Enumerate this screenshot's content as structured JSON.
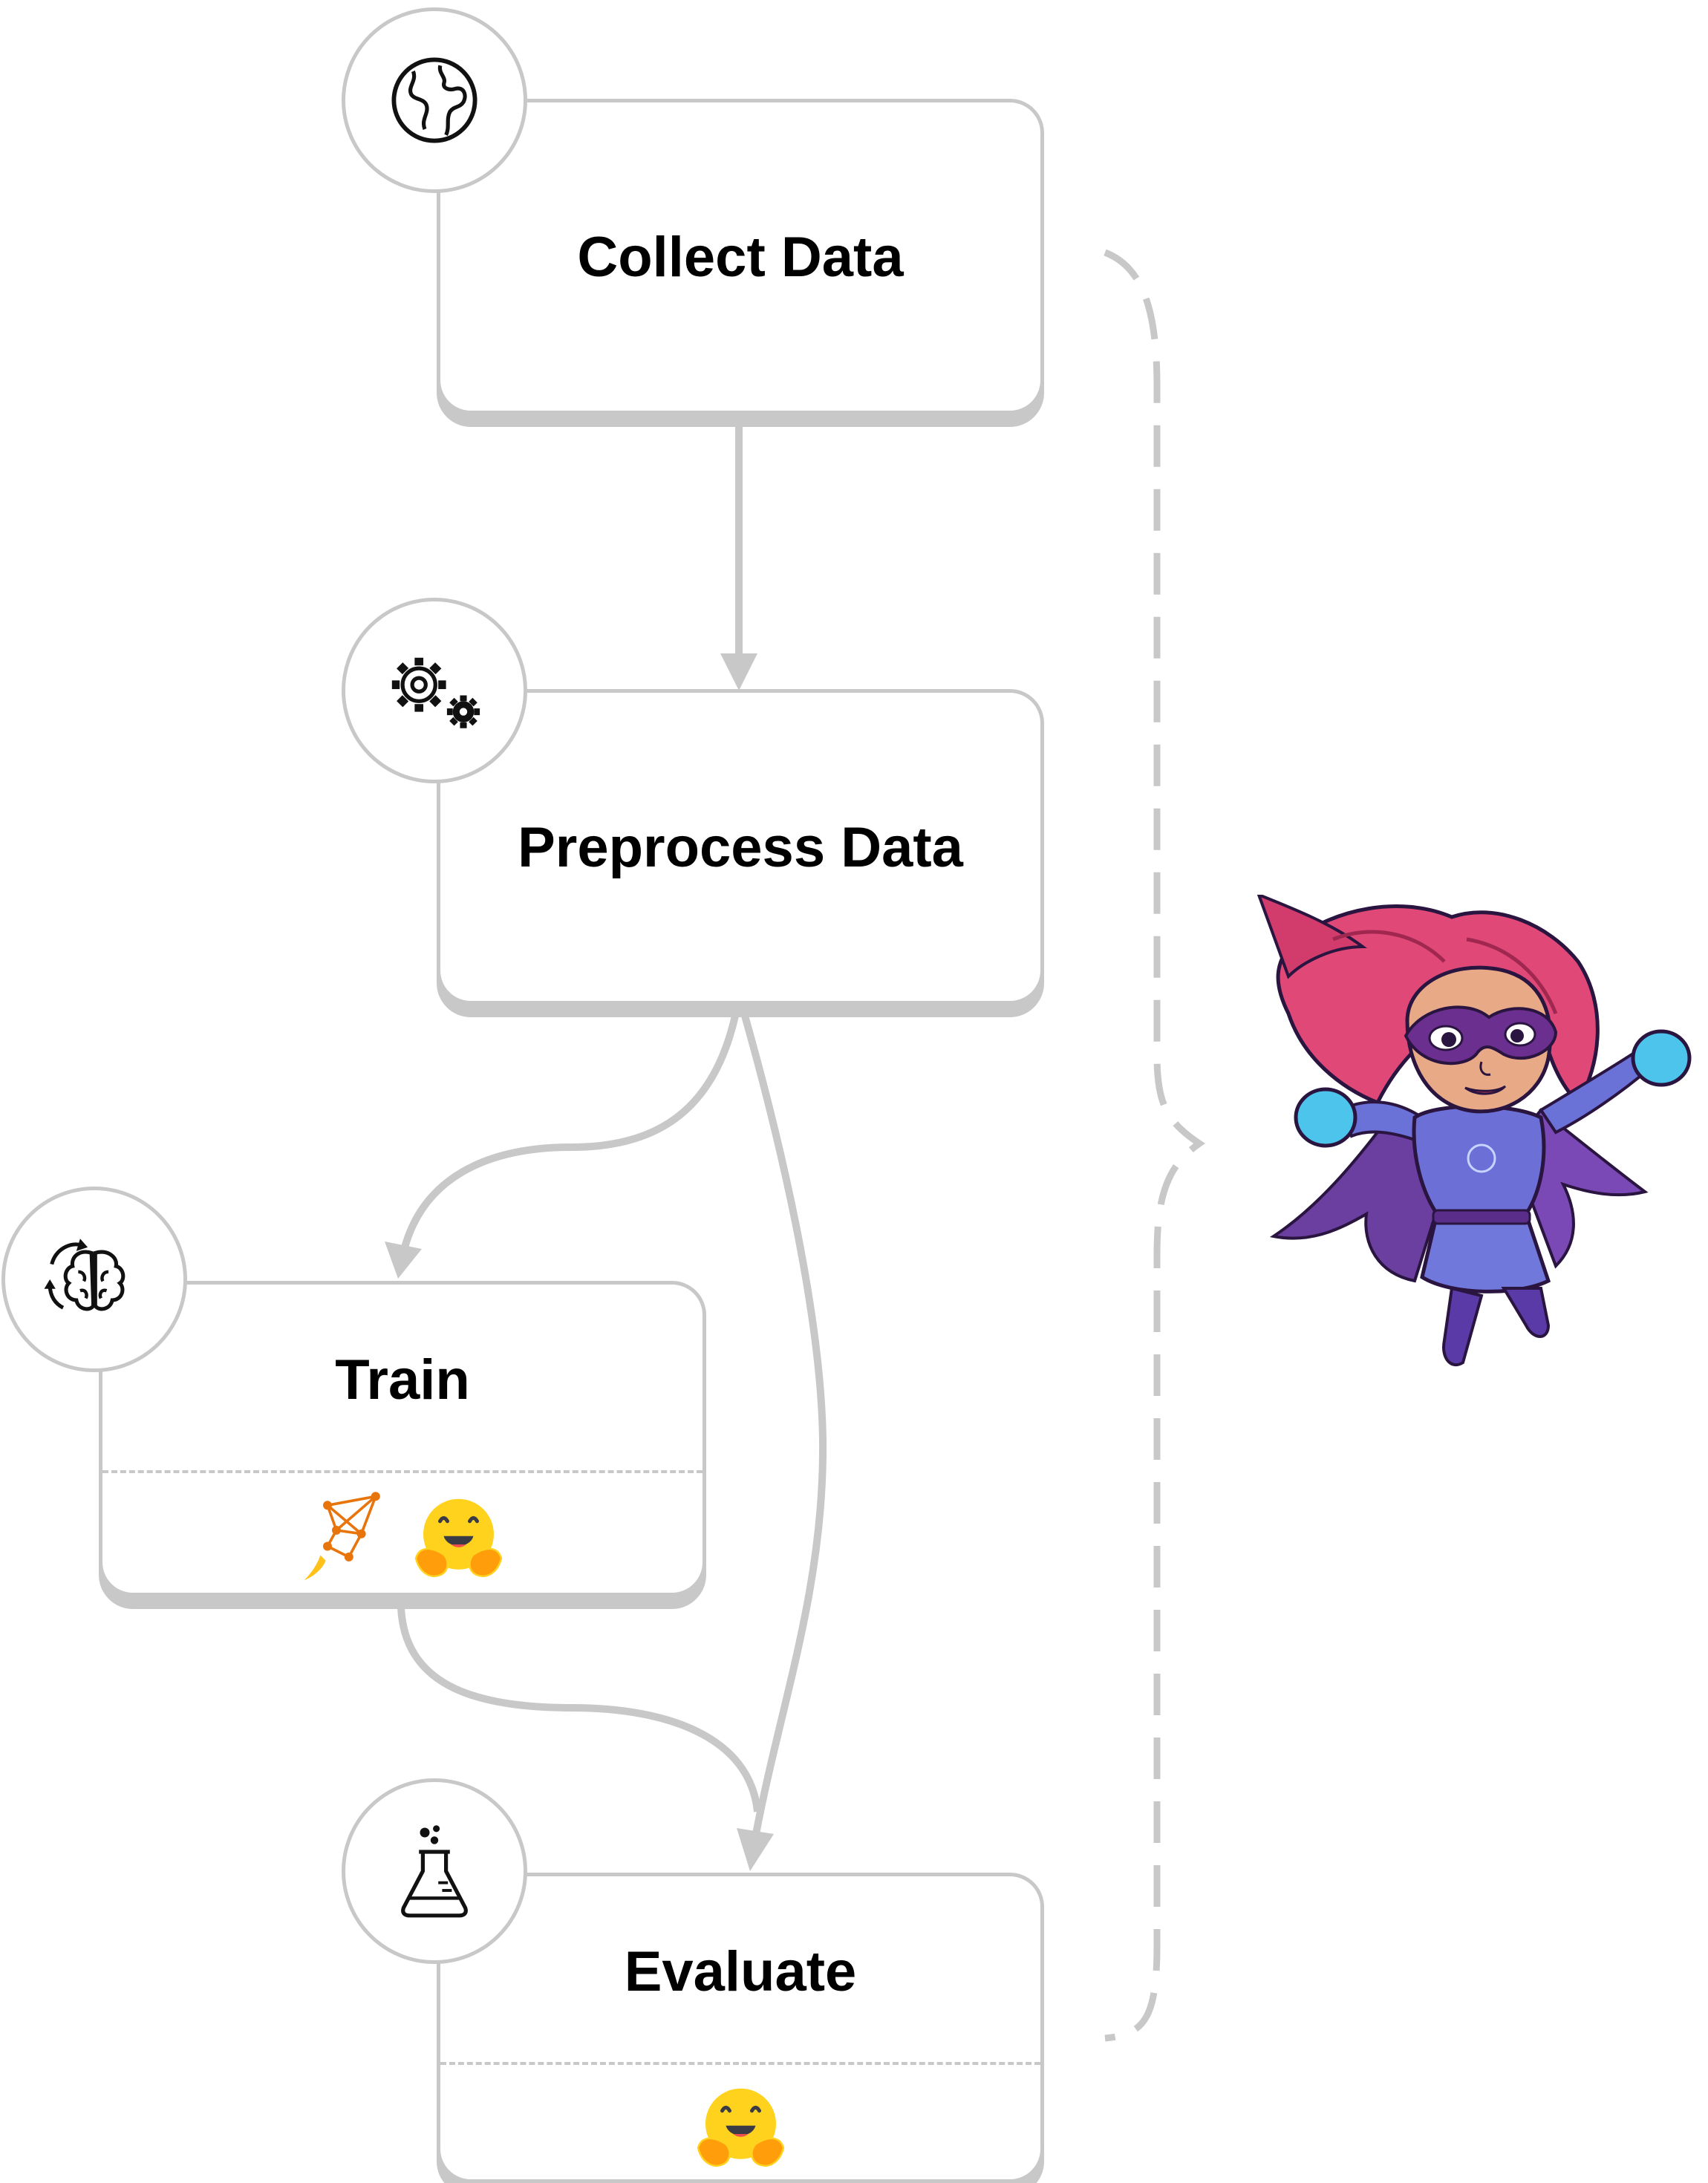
{
  "diagram": {
    "stages": [
      {
        "id": "collect",
        "label": "Collect Data",
        "icon": "globe-icon",
        "tools": []
      },
      {
        "id": "preprocess",
        "label": "Preprocess Data",
        "icon": "gears-icon",
        "tools": []
      },
      {
        "id": "train",
        "label": "Train",
        "icon": "brain-cycle-icon",
        "tools": [
          "lightning-logo",
          "hugging-face-emoji"
        ]
      },
      {
        "id": "evaluate",
        "label": "Evaluate",
        "icon": "flask-icon",
        "tools": [
          "hugging-face-emoji"
        ]
      }
    ],
    "edges": [
      {
        "from": "collect",
        "to": "preprocess",
        "style": "solid"
      },
      {
        "from": "preprocess",
        "to": "train",
        "style": "solid"
      },
      {
        "from": "preprocess",
        "to": "evaluate",
        "style": "solid"
      },
      {
        "from": "train",
        "to": "evaluate",
        "style": "solid"
      },
      {
        "from": "evaluate",
        "to": "collect",
        "style": "dashed-bracket"
      }
    ],
    "colors": {
      "stage_border": "#c8c8c8",
      "connector": "#c8c8c8",
      "text": "#000000",
      "lightning_orange": "#e8750c",
      "hf_yellow": "#ffd21e",
      "hf_orange": "#ff9d0b"
    },
    "decoration": "superhero-mascot"
  }
}
